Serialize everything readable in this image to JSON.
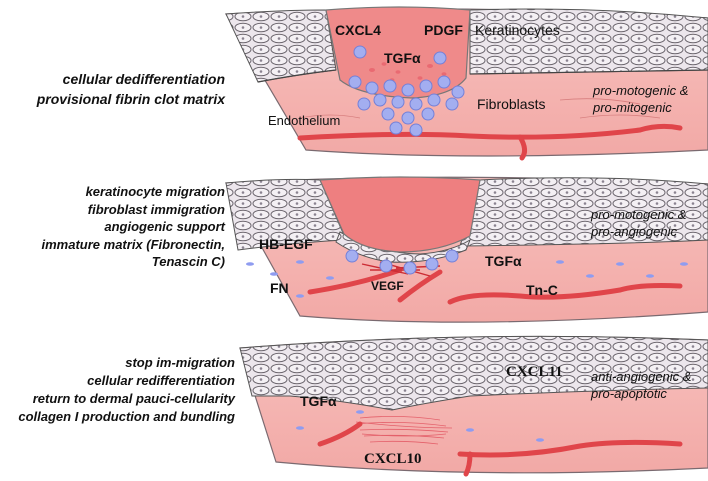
{
  "panels": [
    {
      "left_lines": [
        "cellular dedifferentiation",
        "provisional fibrin clot matrix"
      ],
      "right_lines": [
        "pro-motogenic &",
        "pro-mitogenic"
      ],
      "labels": {
        "cxcl4": "CXCL4",
        "pdgf": "PDGF",
        "tgfa": "TGFα",
        "keratinocytes": "Keratinocytes",
        "fibroblasts": "Fibroblasts",
        "endothelium": "Endothelium"
      }
    },
    {
      "left_lines": [
        "keratinocyte migration",
        "fibroblast immigration",
        "angiogenic support",
        "immature matrix (Fibronectin,",
        "Tenascin C)"
      ],
      "right_lines": [
        "pro-motogenic &",
        "pro-angiogenic"
      ],
      "labels": {
        "hbegf": "HB-EGF",
        "fn": "FN",
        "vegf": "VEGF",
        "tgfa": "TGFα",
        "tnc": "Tn-C"
      }
    },
    {
      "left_lines": [
        "stop im-migration",
        "cellular redifferentiation",
        "return to dermal pauci-cellularity",
        "collagen I production and bundling"
      ],
      "right_lines": [
        "anti-angiogenic &",
        "pro-apoptotic"
      ],
      "labels": {
        "tgfa": "TGFα",
        "cxcl11": "CXCL11",
        "cxcl10": "CXCL10"
      }
    }
  ],
  "colors": {
    "dermis": "#f4b0ad",
    "clot": "#ee7f80",
    "cell": "#9ca8ee",
    "vessel": "#e0454a",
    "epidermis": "#e9e2e8"
  }
}
